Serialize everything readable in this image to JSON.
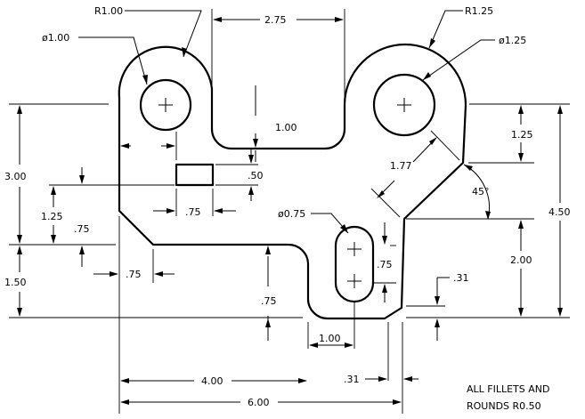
{
  "labels": {
    "r100": "R1.00",
    "d100": "ø1.00",
    "dim275": "2.75",
    "r125": "R1.25",
    "d125": "ø1.25",
    "dim100_mid": "1.00",
    "dim125_top": "1.25",
    "dim300": "3.00",
    "dim125_left": "1.25",
    "dim177": "1.77",
    "dim050": ".50",
    "dim075_slot_w": ".75",
    "dim075_left_v": ".75",
    "deg45": "45°",
    "d075": "ø0.75",
    "dim450": "4.50",
    "dim075_slot": ".75",
    "dim200": "2.00",
    "dim150": "1.50",
    "dim075_chamfer": ".75",
    "dim031_right": ".31",
    "dim075_low": ".75",
    "dim100_bottom": "1.00",
    "dim031_bottom": ".31",
    "dim400": "4.00",
    "dim600": "6.00",
    "note_line1": "ALL FILLETS AND",
    "note_line2": "ROUNDS R0.50"
  }
}
